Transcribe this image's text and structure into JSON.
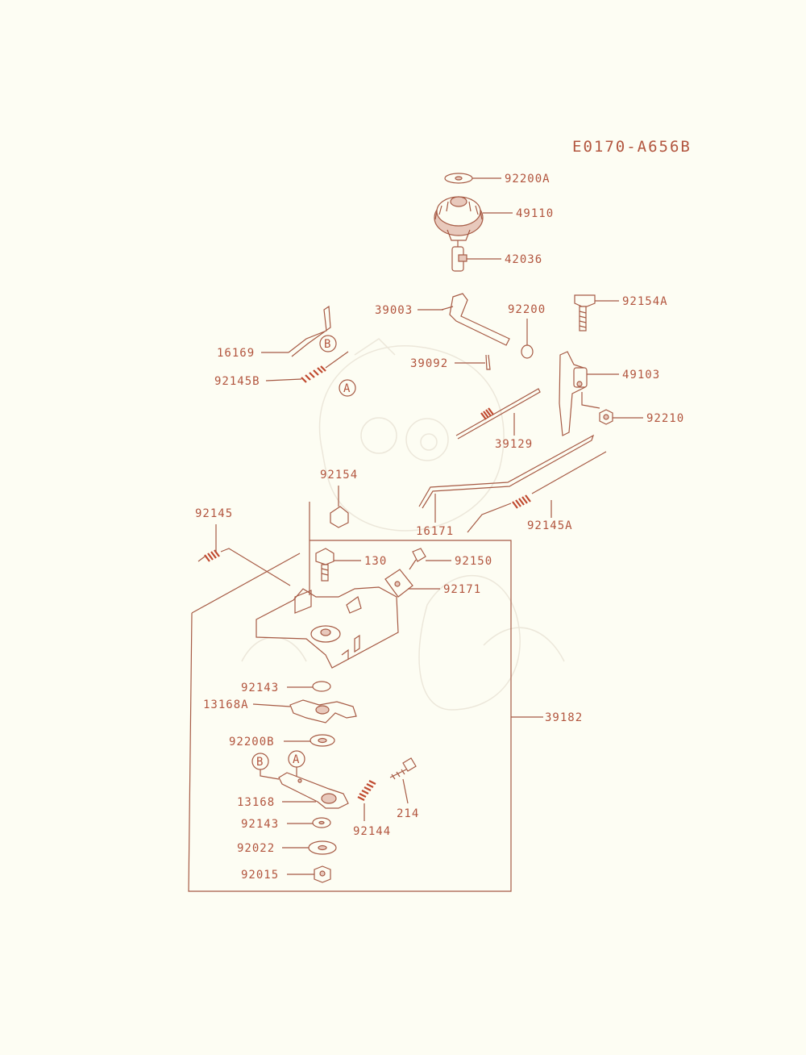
{
  "diagram_code": "E0170-A656B",
  "callout_markers": {
    "a": "A",
    "b": "B"
  },
  "parts": {
    "p92200A": "92200A",
    "p49110": "49110",
    "p42036": "42036",
    "p39003": "39003",
    "p92200": "92200",
    "p92154A": "92154A",
    "p16169": "16169",
    "p92145B": "92145B",
    "p39092": "39092",
    "p49103": "49103",
    "p92210": "92210",
    "p39129": "39129",
    "p92154": "92154",
    "p92145": "92145",
    "p16171": "16171",
    "p92145A": "92145A",
    "p130": "130",
    "p92150": "92150",
    "p92171": "92171",
    "p92143a": "92143",
    "p13168A": "13168A",
    "p39182": "39182",
    "p92200B": "92200B",
    "p13168": "13168",
    "p214": "214",
    "p92144": "92144",
    "p92143b": "92143",
    "p92022": "92022",
    "p92015": "92015"
  },
  "colors": {
    "ink": "#a65a44",
    "label": "#b2553e",
    "paper": "#fdfdf3"
  }
}
